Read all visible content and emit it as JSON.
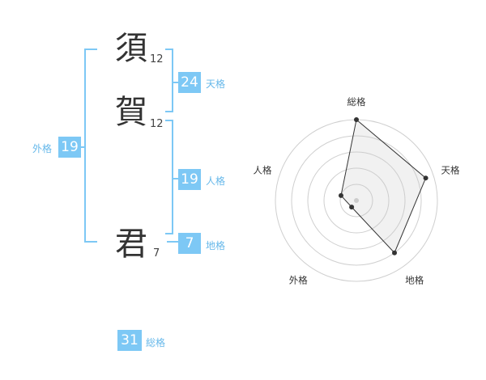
{
  "name": {
    "chars": [
      {
        "char": "須",
        "strokes": "12"
      },
      {
        "char": "賀",
        "strokes": "12"
      },
      {
        "char": "君",
        "strokes": "7"
      }
    ]
  },
  "fortunes": {
    "tenkaku": {
      "label": "天格",
      "value": "24"
    },
    "jinkaku": {
      "label": "人格",
      "value": "19"
    },
    "chikaku": {
      "label": "地格",
      "value": "7"
    },
    "gaikaku": {
      "label": "外格",
      "value": "19"
    },
    "soukaku": {
      "label": "総格",
      "value": "31"
    }
  },
  "colors": {
    "accent": "#7dc8f5",
    "label": "#66b8ea",
    "text": "#333333"
  },
  "chart_data": {
    "type": "radar",
    "axes": [
      "総格",
      "天格",
      "地格",
      "外格",
      "人格"
    ],
    "values": [
      5,
      4.5,
      4,
      0.5,
      1
    ],
    "rmax": 5,
    "rings": 5
  }
}
